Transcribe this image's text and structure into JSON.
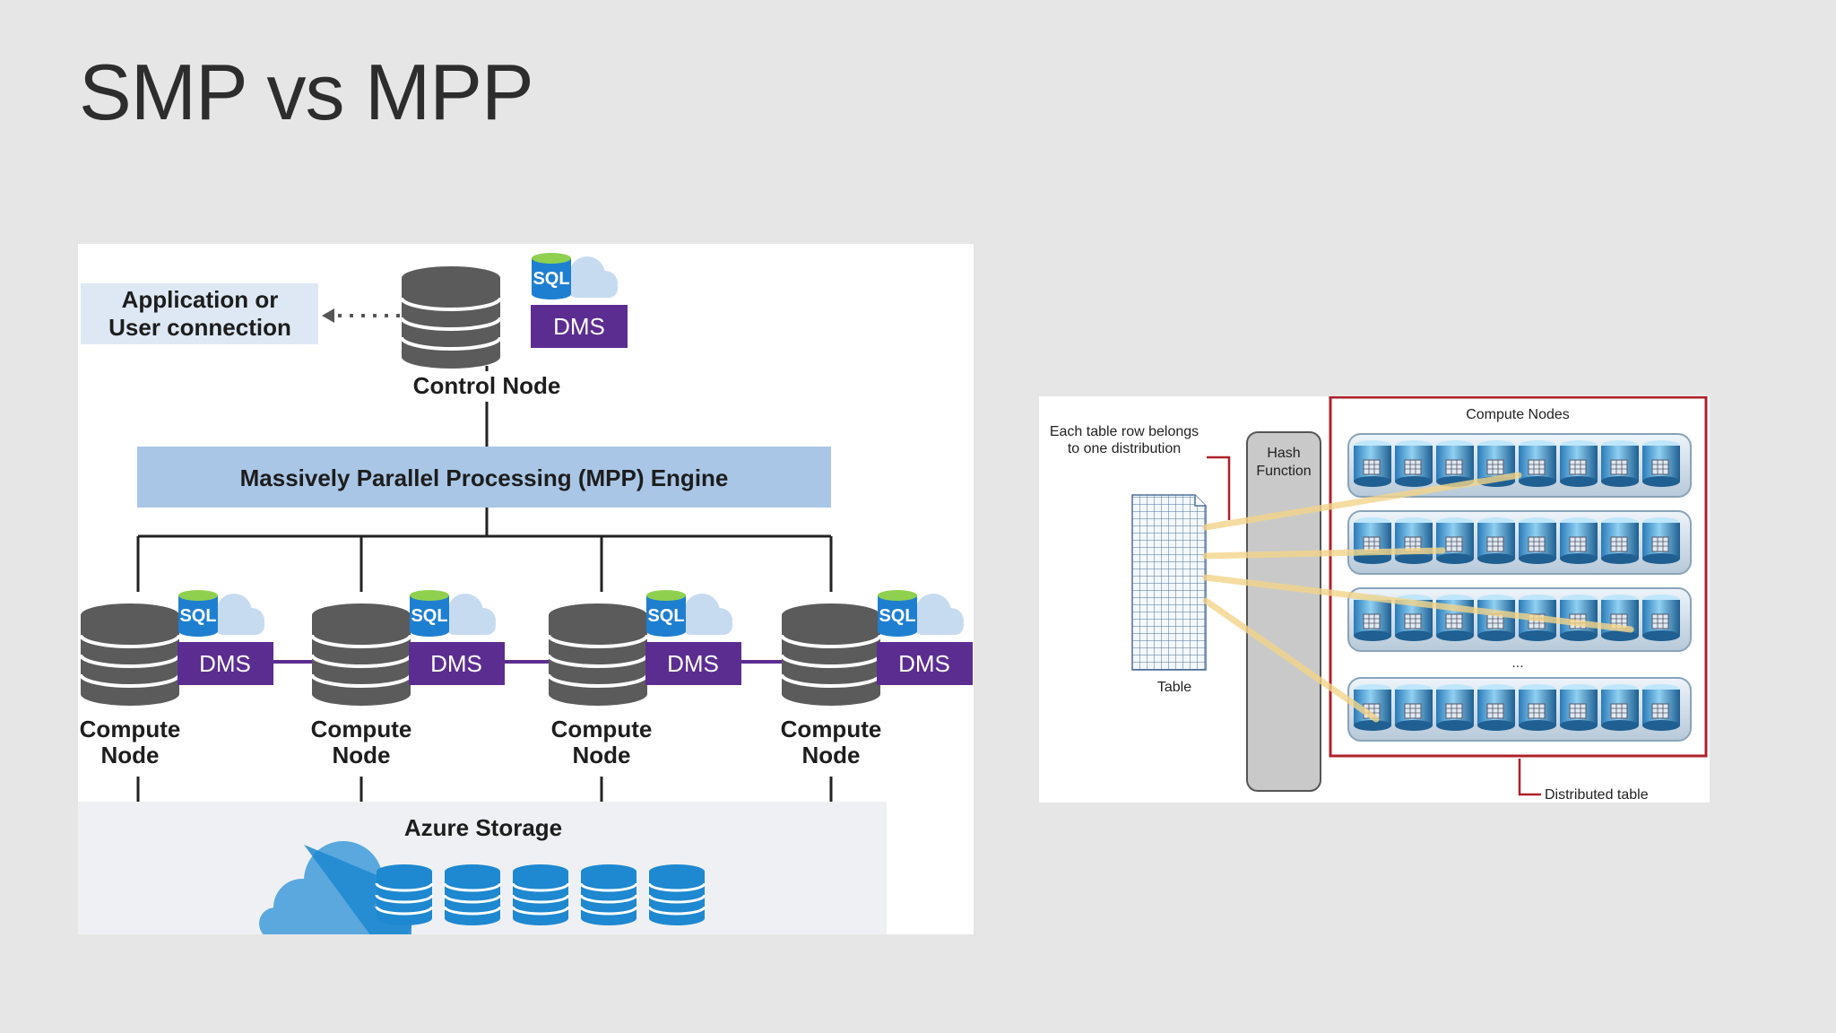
{
  "slide": {
    "title": "SMP vs MPP"
  },
  "mpp_diagram": {
    "app_connection": [
      "Application or",
      "User connection"
    ],
    "control_node": "Control Node",
    "sql_label": "SQL",
    "dms_label": "DMS",
    "engine": "Massively Parallel Processing (MPP) Engine",
    "compute_nodes": [
      {
        "line1": "Compute",
        "line2": "Node"
      },
      {
        "line1": "Compute",
        "line2": "Node"
      },
      {
        "line1": "Compute",
        "line2": "Node"
      },
      {
        "line1": "Compute",
        "line2": "Node"
      }
    ],
    "storage": "Azure Storage",
    "colors": {
      "dms": "#5c2d91",
      "engine": "#a9c6e6",
      "storage_bg": "#eef0f3",
      "azure": "#1e88d0"
    }
  },
  "distribution_diagram": {
    "caption": [
      "Each table row belongs",
      "to one distribution"
    ],
    "table_label": "Table",
    "hash_function": [
      "Hash",
      "Function"
    ],
    "compute_nodes_label": "Compute Nodes",
    "ellipsis": "...",
    "distributed_table_label": "Distributed table",
    "colors": {
      "frame": "#b0202a",
      "beam": "#f3d58a"
    }
  }
}
